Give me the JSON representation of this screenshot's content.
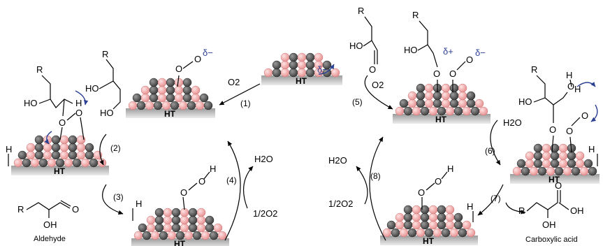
{
  "labels": {
    "ht": "HT",
    "r": "R",
    "ho": "HO",
    "oh": "OH",
    "h": "H",
    "o": "O",
    "h2o": "H2O",
    "o2": "O2",
    "half_o2": "1/2O2",
    "delta_minus": "δ−",
    "delta_plus": "δ+",
    "aldehyde": "Aldehyde",
    "carboxylic_acid": "Carboxylic acid"
  },
  "steps": {
    "s1": "(1)",
    "s2": "(2)",
    "s3": "(3)",
    "s4": "(4)",
    "s5": "(5)",
    "s6": "(6)",
    "s7": "(7)",
    "s8": "(8)"
  },
  "colors": {
    "atom_dark": "#4a4a4a",
    "atom_pink": "#f2a3a3",
    "shadow": "#b9b9b9",
    "charge_blue": "#2b3f93"
  }
}
